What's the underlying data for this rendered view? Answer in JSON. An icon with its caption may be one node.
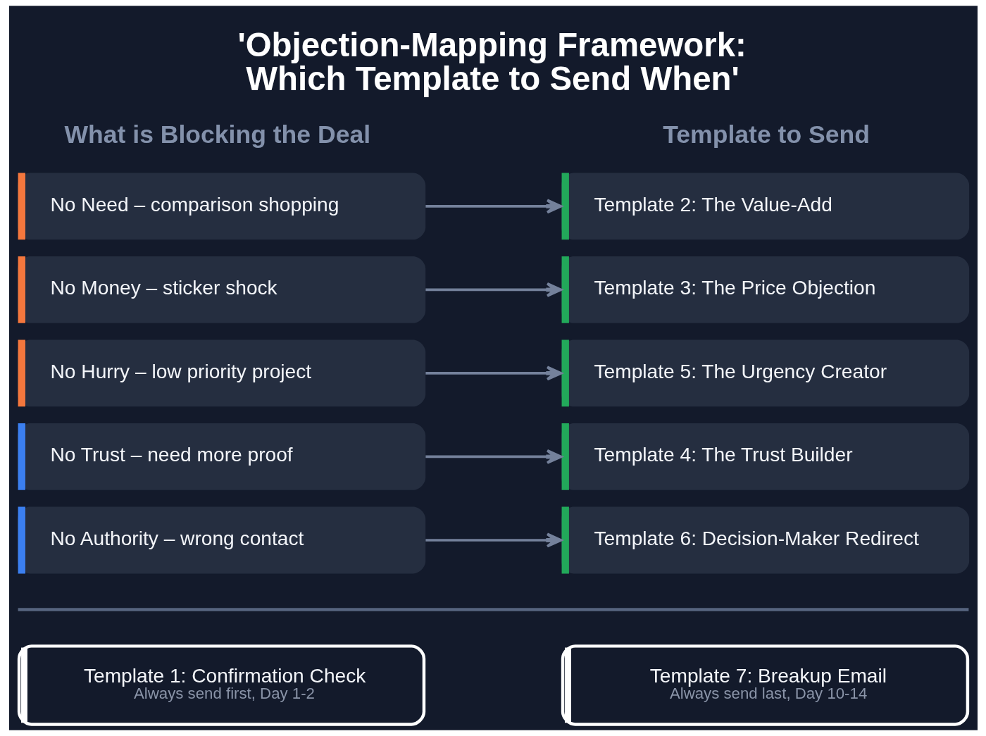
{
  "diagram": {
    "title": "'Objection-Mapping Framework: Which Template to Send When'",
    "nodes": [
      {
        "text": [
          "No Need – comparison shopping"
        ]
      },
      {
        "text": [
          "Template 2: The Value-Add"
        ]
      },
      {
        "text": [
          "No Money – sticker shock"
        ]
      },
      {
        "text": [
          "Template 3: The Price Objection"
        ]
      },
      {
        "text": [
          "No Hurry – low priority project"
        ]
      },
      {
        "text": [
          "Template 5: The Urgency Creator"
        ]
      },
      {
        "text": [
          "No Trust – need more proof"
        ]
      },
      {
        "text": [
          "Template 4: The Trust Builder"
        ]
      },
      {
        "text": [
          "No Authority – wrong contact"
        ]
      },
      {
        "text": [
          "Template 6: Decision-Maker Redirect"
        ]
      },
      {
        "text": [
          "Template 1: Confirmation Check",
          "Always send first, Day 1-2"
        ]
      },
      {
        "text": [
          "Template 7: Breakup Email",
          "Always send last, Day 10-14"
        ]
      }
    ],
    "edges": [
      {
        "from": 0,
        "to": 1,
        "arrow": "to"
      },
      {
        "from": 2,
        "to": 3,
        "arrow": "to"
      },
      {
        "from": 4,
        "to": 5,
        "arrow": "to"
      },
      {
        "from": 6,
        "to": 7,
        "arrow": "to"
      },
      {
        "from": 8,
        "to": 9,
        "arrow": "to"
      }
    ],
    "labels": [
      "What is Blocking the Deal",
      "Template to Send"
    ]
  }
}
